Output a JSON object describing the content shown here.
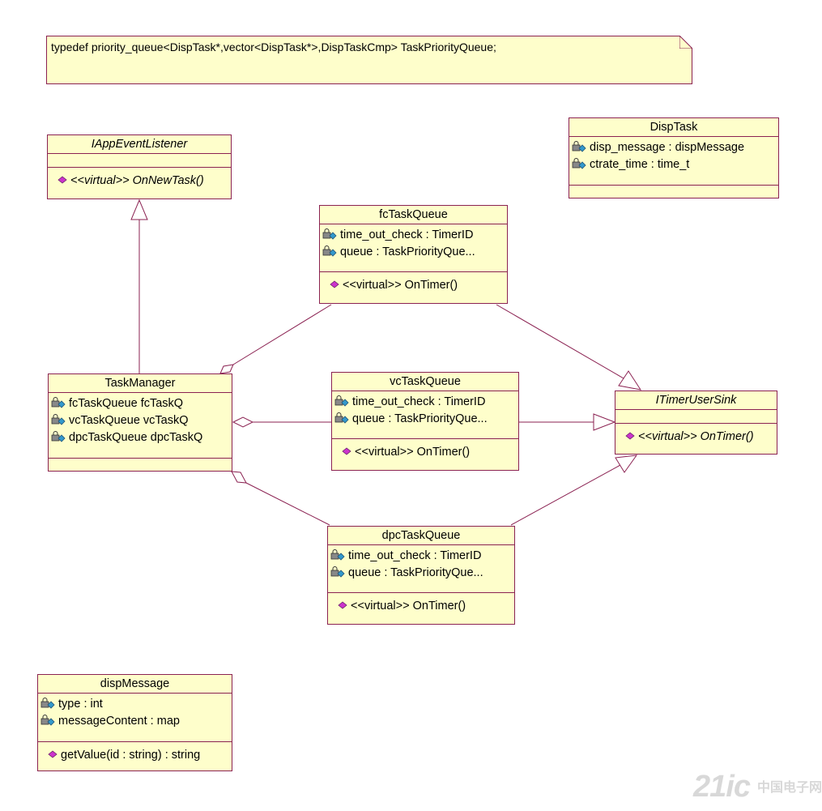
{
  "note": {
    "text": "typedef priority_queue<DispTask*,vector<DispTask*>,DispTaskCmp> TaskPriorityQueue;"
  },
  "classes": {
    "iappeventlistener": {
      "name": "IAppEventListener",
      "operations": [
        "<<virtual>> OnNewTask()"
      ]
    },
    "disptask": {
      "name": "DispTask",
      "attributes": [
        "disp_message : dispMessage",
        "ctrate_time : time_t"
      ]
    },
    "fctaskqueue": {
      "name": "fcTaskQueue",
      "attributes": [
        "time_out_check : TimerID",
        "queue : TaskPriorityQue..."
      ],
      "operations": [
        "<<virtual>> OnTimer()"
      ]
    },
    "taskmanager": {
      "name": "TaskManager",
      "attributes": [
        "fcTaskQueue fcTaskQ",
        "vcTaskQueue vcTaskQ",
        "dpcTaskQueue dpcTaskQ"
      ]
    },
    "vctaskqueue": {
      "name": "vcTaskQueue",
      "attributes": [
        "time_out_check : TimerID",
        "queue : TaskPriorityQue..."
      ],
      "operations": [
        "<<virtual>> OnTimer()"
      ]
    },
    "itimerusersink": {
      "name": "ITimerUserSink",
      "operations": [
        "<<virtual>> OnTimer()"
      ]
    },
    "dpctaskqueue": {
      "name": "dpcTaskQueue",
      "attributes": [
        "time_out_check : TimerID",
        "queue : TaskPriorityQue..."
      ],
      "operations": [
        "<<virtual>> OnTimer()"
      ]
    },
    "dispmessage": {
      "name": "dispMessage",
      "attributes": [
        "type : int",
        "messageContent : map"
      ],
      "operations": [
        "getValue(id : string) : string"
      ]
    }
  },
  "watermark": {
    "main": "21ic",
    "sub": "中国电子网"
  },
  "colors": {
    "fill": "#fefecb",
    "border": "#8b2252",
    "op_icon": "#cc33cc",
    "attr_icon": "#3399cc"
  }
}
